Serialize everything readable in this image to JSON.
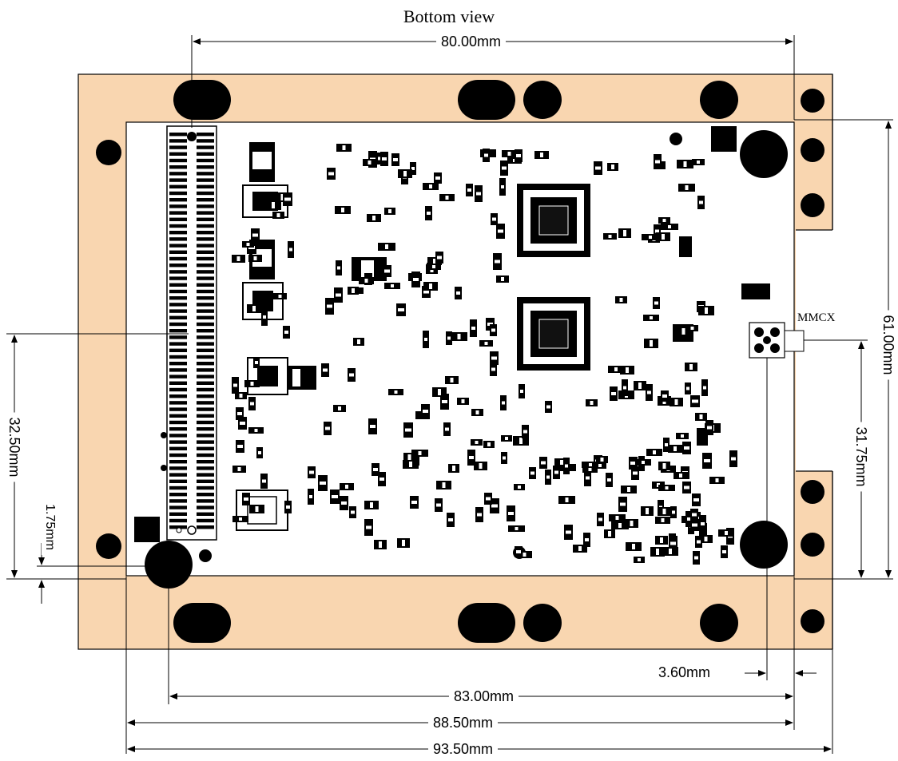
{
  "title": "Bottom view",
  "labels": {
    "connector": "MMCX"
  },
  "colors": {
    "carrier": "#f9d6b0",
    "board": "#ffffff",
    "ink": "#000000"
  },
  "dimensions": {
    "width_top": "80.00mm",
    "hole_span": "83.00mm",
    "board_width": "88.50mm",
    "carrier_width": "93.50mm",
    "mmcx_offset": "3.60mm",
    "board_height": "61.00mm",
    "mmcx_height": "31.75mm",
    "connector_height": "32.50mm",
    "edge_offset": "1.75mm"
  }
}
